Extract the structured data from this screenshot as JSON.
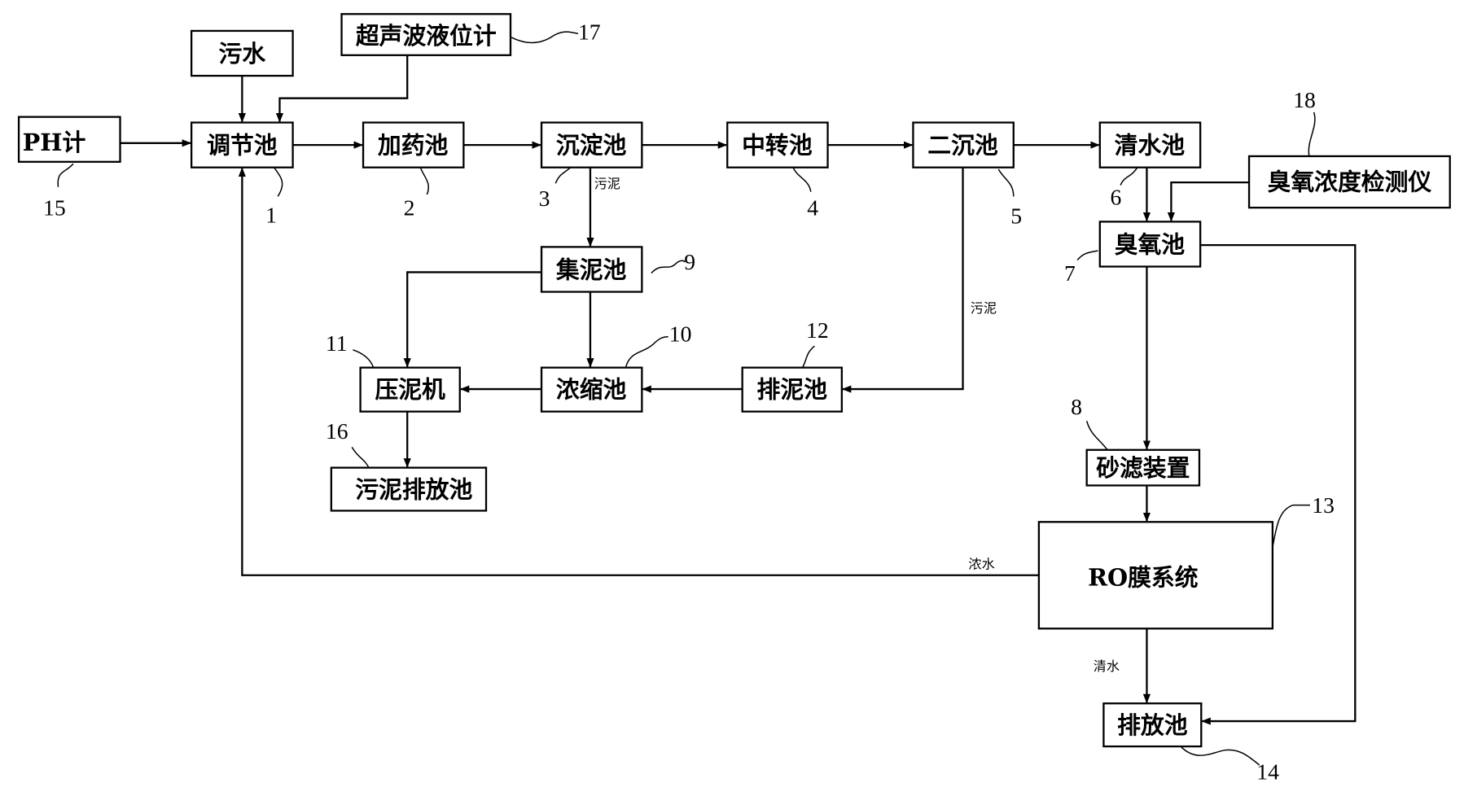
{
  "boxes": {
    "ph_meter": "PH计",
    "sewage": "污水",
    "ultrasonic_level_meter": "超声波液位计",
    "regulating_tank": "调节池",
    "dosing_tank": "加药池",
    "sedimentation_tank": "沉淀池",
    "transfer_tank": "中转池",
    "secondary_sedimentation_tank": "二沉池",
    "clear_water_tank": "清水池",
    "ozone_concentration_detector": "臭氧浓度检测仪",
    "ozone_tank": "臭氧池",
    "sludge_collection_tank": "集泥池",
    "sludge_press": "压泥机",
    "thickening_tank": "浓缩池",
    "sludge_discharge_tank": "排泥池",
    "sludge_outlet_tank": "污泥排放池",
    "sand_filter": "砂滤装置",
    "ro_system": "RO膜系统",
    "discharge_tank": "排放池"
  },
  "flow_labels": {
    "sludge_1": "污泥",
    "sludge_2": "污泥",
    "concentrate": "浓水",
    "clear_water": "清水"
  },
  "ref_numbers": {
    "n1": "1",
    "n2": "2",
    "n3": "3",
    "n4": "4",
    "n5": "5",
    "n6": "6",
    "n7": "7",
    "n8": "8",
    "n9": "9",
    "n10": "10",
    "n11": "11",
    "n12": "12",
    "n13": "13",
    "n14": "14",
    "n15": "15",
    "n16": "16",
    "n17": "17",
    "n18": "18"
  }
}
